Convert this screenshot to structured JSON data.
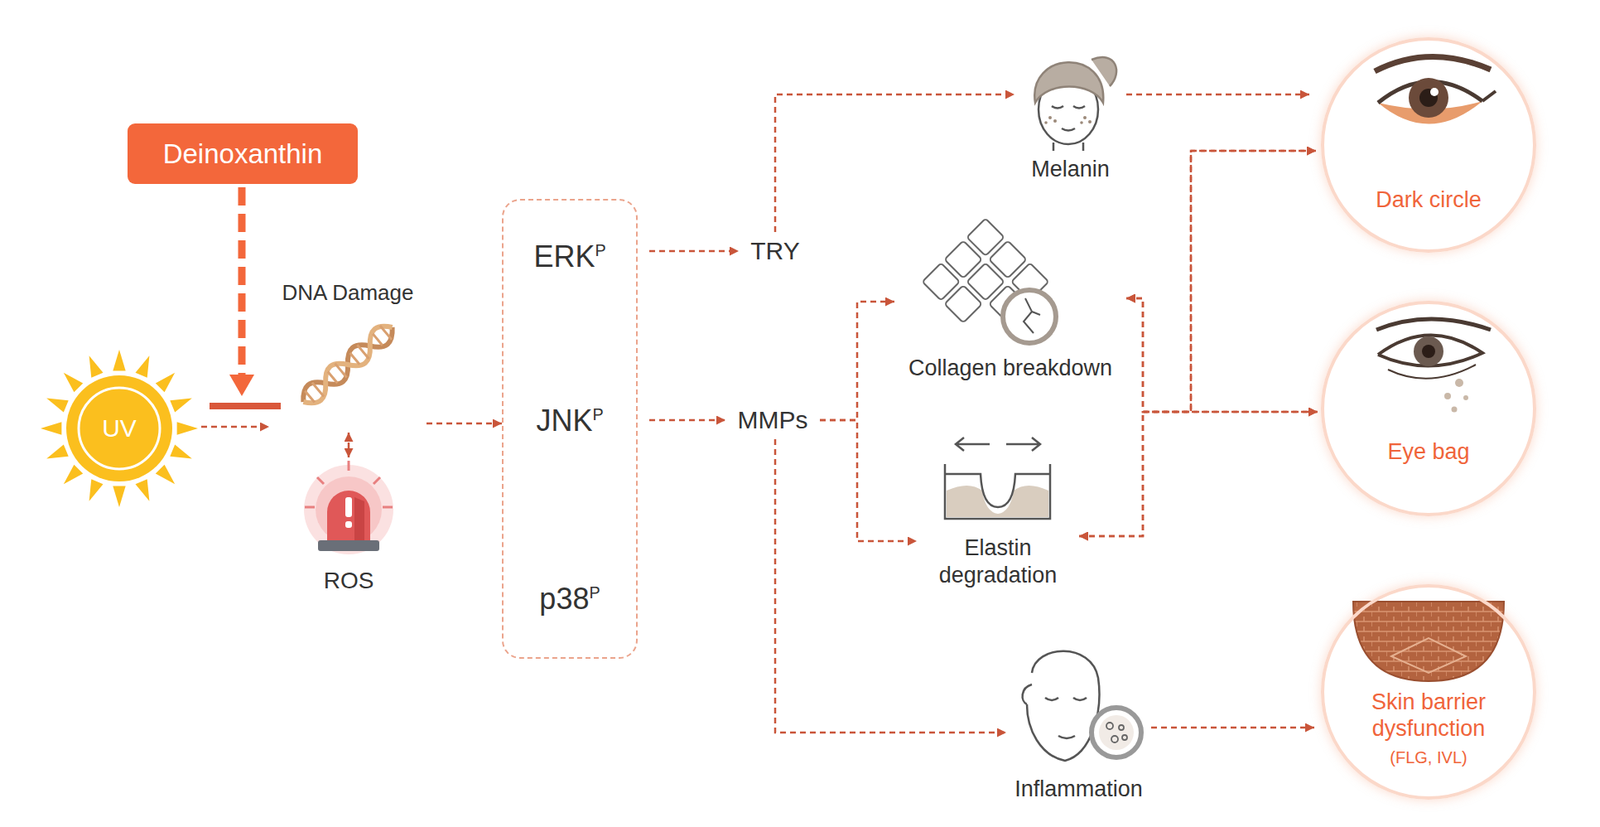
{
  "diagram": {
    "nodes": [
      {
        "text": [
          "Deinoxanthin"
        ]
      },
      {
        "text": [
          "UV"
        ]
      },
      {
        "text": [
          "DNA Damage"
        ]
      },
      {
        "text": [
          "ROS"
        ]
      },
      {
        "text": []
      },
      {
        "text": [
          "ERK",
          "P"
        ],
        "in": 4
      },
      {
        "text": [
          "JNK",
          "P"
        ],
        "in": 4
      },
      {
        "text": [
          "p38",
          "P"
        ],
        "in": 4
      },
      {
        "text": [
          "TRY"
        ]
      },
      {
        "text": [
          "MMPs"
        ]
      },
      {
        "text": [
          "Melanin"
        ]
      },
      {
        "text": [
          "Collagen breakdown"
        ]
      },
      {
        "text": [
          "Elastin degradation"
        ]
      },
      {
        "text": [
          "Inflammation"
        ]
      },
      {
        "text": [
          "Dark circle"
        ]
      },
      {
        "text": [
          "Eye bag"
        ]
      },
      {
        "text": [
          "Skin barrier dysfunction",
          "(FLG, IVL)"
        ]
      }
    ],
    "edges": [
      {
        "from": 1,
        "to": 2,
        "arrow": "to"
      },
      {
        "from": 2,
        "to": 3,
        "arrow": "both"
      },
      {
        "from": 2,
        "to": 4,
        "arrow": "to"
      },
      {
        "from": 5,
        "to": 8,
        "arrow": "to"
      },
      {
        "from": 6,
        "to": 9,
        "arrow": "to"
      },
      {
        "from": 8,
        "to": 10,
        "arrow": "to"
      },
      {
        "from": 9,
        "to": 11,
        "arrow": "to"
      },
      {
        "from": 9,
        "to": 12,
        "arrow": "to"
      },
      {
        "from": 9,
        "to": 13,
        "arrow": "to"
      },
      {
        "from": 10,
        "to": 14,
        "arrow": "to"
      },
      {
        "from": 11,
        "to": 14,
        "arrow": "both"
      },
      {
        "from": 11,
        "to": 15,
        "arrow": "both"
      },
      {
        "from": 12,
        "to": 14,
        "arrow": "both"
      },
      {
        "from": 12,
        "to": 15,
        "arrow": "both"
      },
      {
        "from": 13,
        "to": 16,
        "arrow": "to"
      }
    ]
  }
}
